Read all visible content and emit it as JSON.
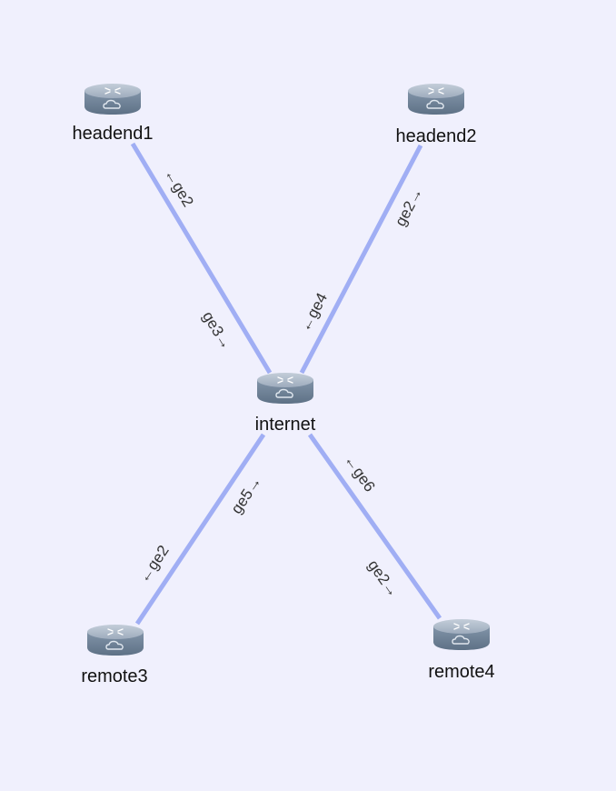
{
  "colors": {
    "background": "#f0f0fd",
    "link": "#a0aef4",
    "router_top": "#a9b6c6",
    "router_side": "#6f8398",
    "label": "#111111",
    "port_label": "#333333"
  },
  "icon": "router-icon",
  "nodes": {
    "headend1": {
      "label": "headend1"
    },
    "headend2": {
      "label": "headend2"
    },
    "internet": {
      "label": "internet"
    },
    "remote3": {
      "label": "remote3"
    },
    "remote4": {
      "label": "remote4"
    }
  },
  "links": [
    {
      "a": "headend1",
      "b": "internet",
      "a_port": "ge2",
      "b_port": "ge3"
    },
    {
      "a": "headend2",
      "b": "internet",
      "a_port": "ge2",
      "b_port": "ge4"
    },
    {
      "a": "remote3",
      "b": "internet",
      "a_port": "ge2",
      "b_port": "ge5"
    },
    {
      "a": "remote4",
      "b": "internet",
      "a_port": "ge2",
      "b_port": "ge6"
    }
  ],
  "port_labels": {
    "headend1_ge2": "←ge2",
    "internet_ge3": "ge3→",
    "headend2_ge2": "ge2→",
    "internet_ge4": "←ge4",
    "internet_ge5": "ge5→",
    "remote3_ge2": "←ge2",
    "internet_ge6": "←ge6",
    "remote4_ge2": "ge2→"
  }
}
